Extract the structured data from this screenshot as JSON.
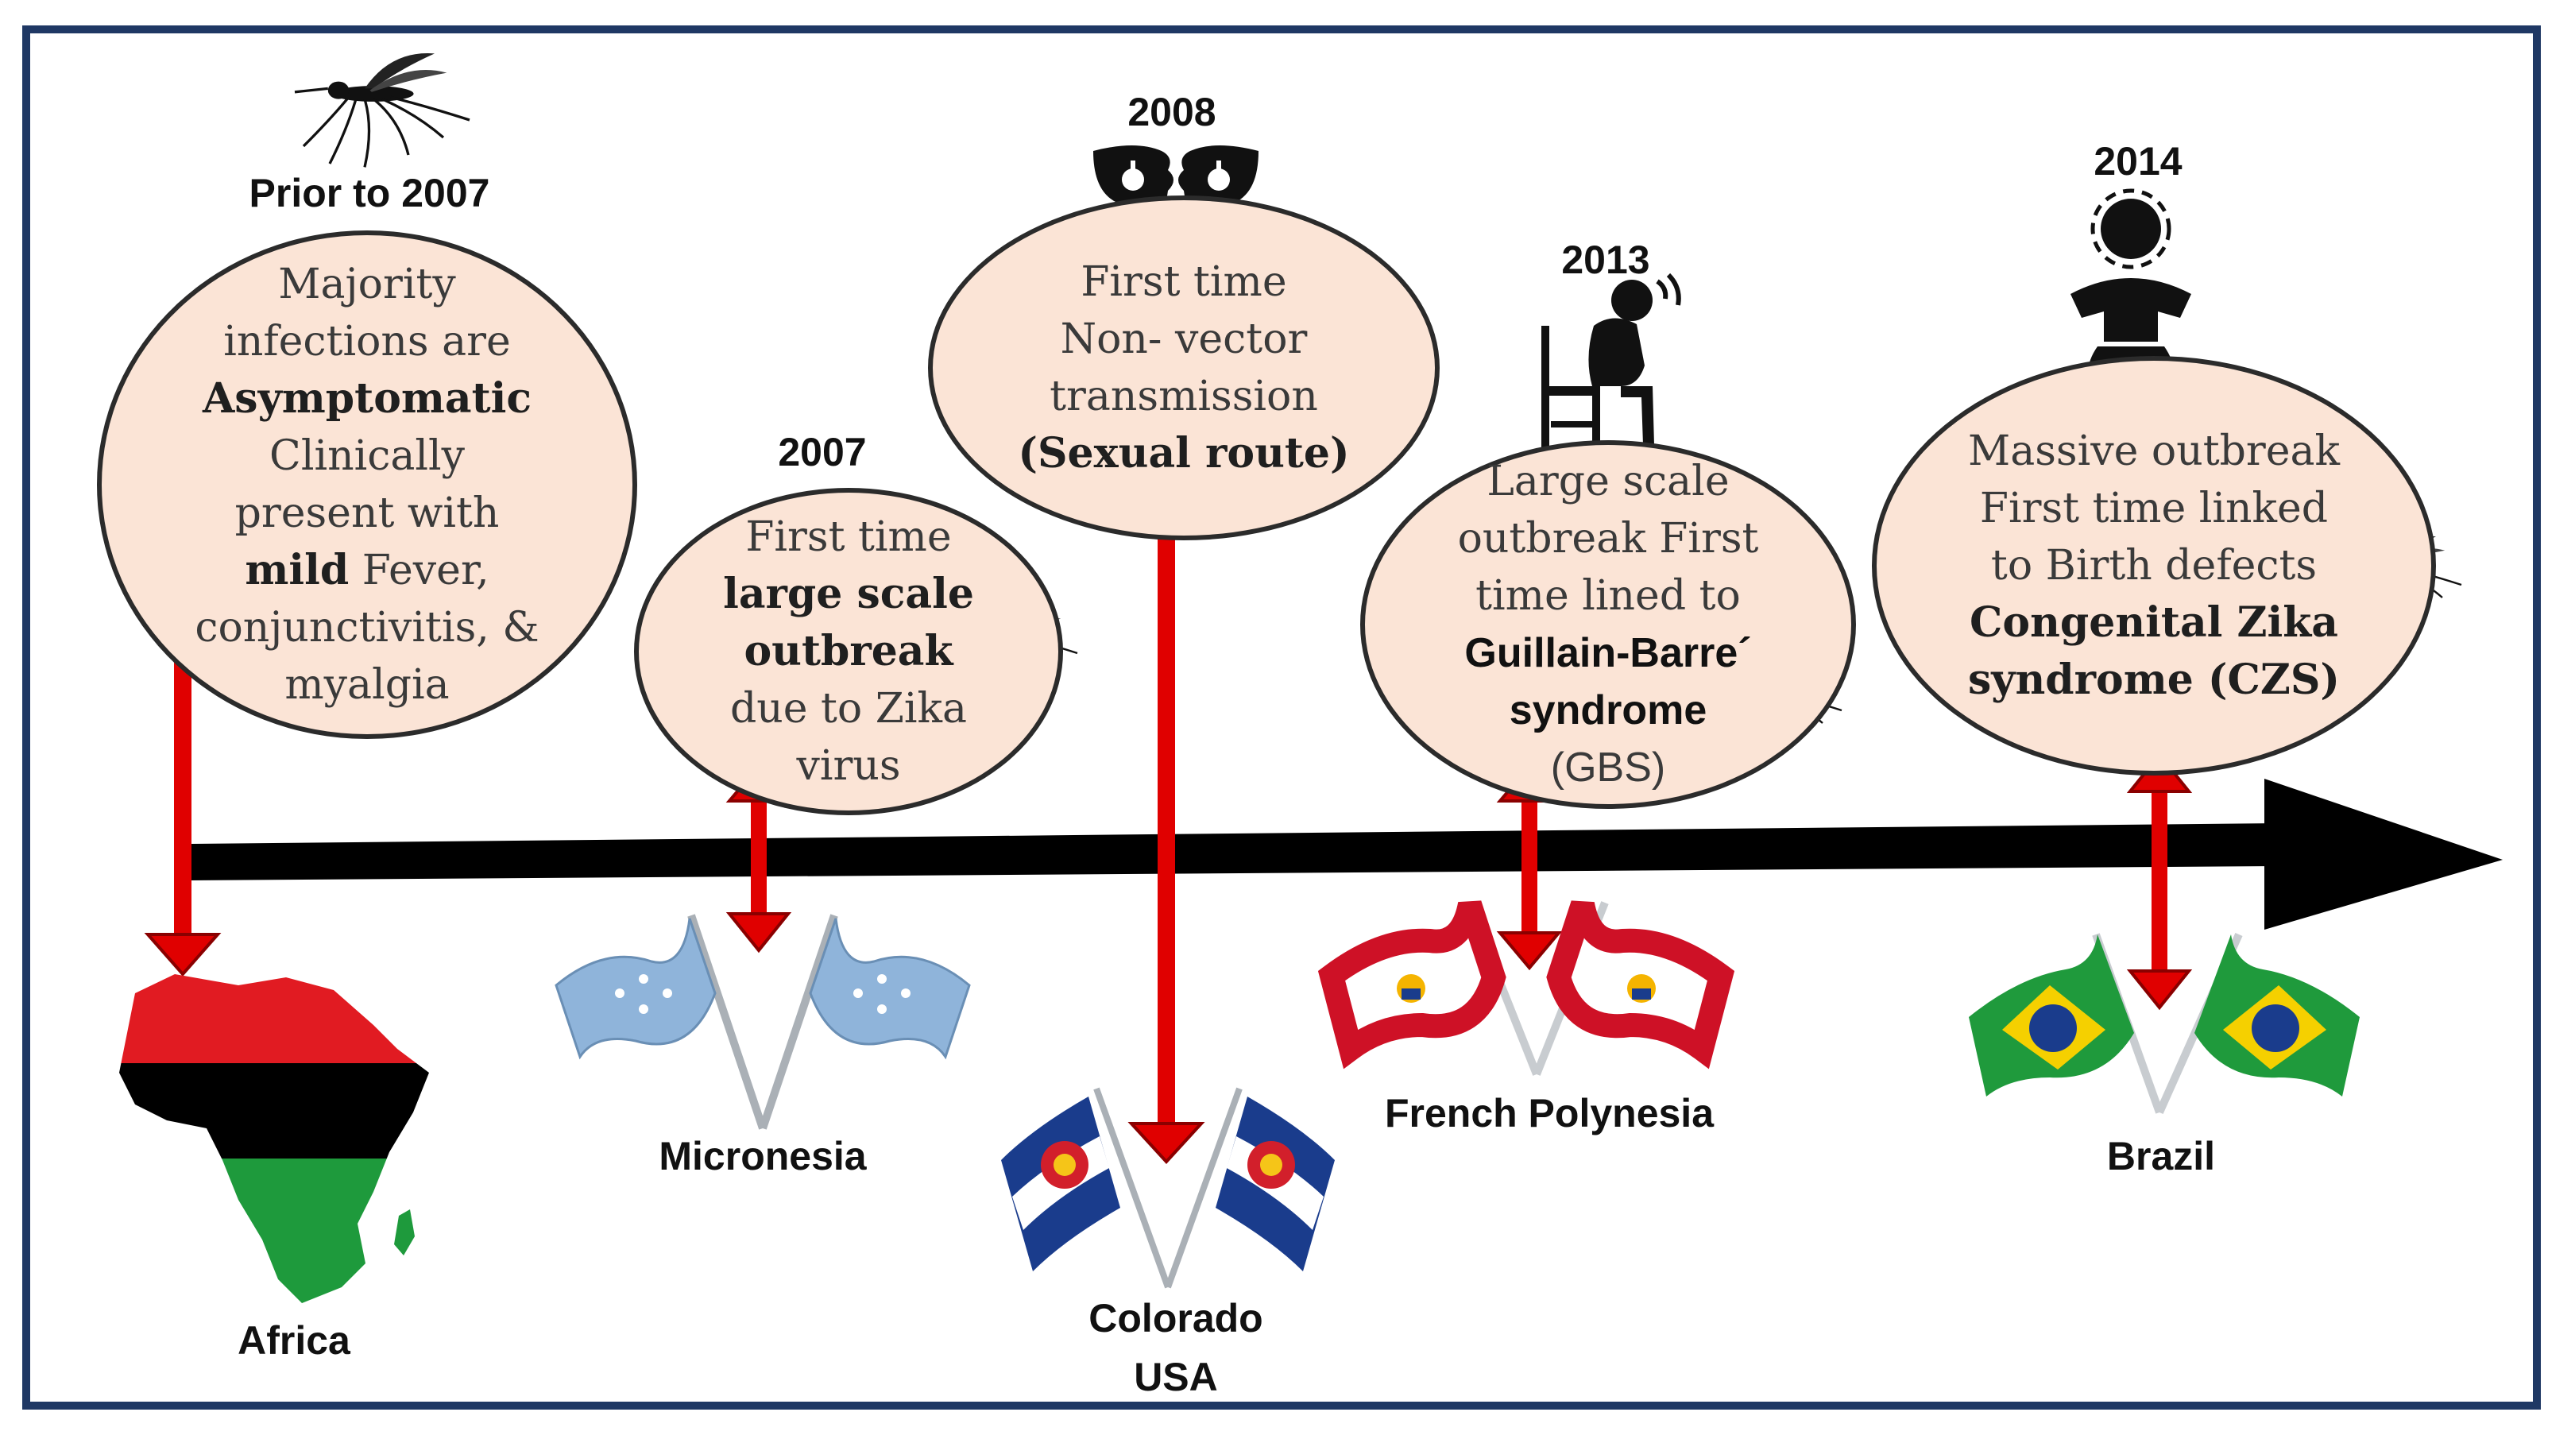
{
  "colors": {
    "frame": "#1f3864",
    "oval_fill": "#fbe4d6",
    "timeline": "#000000",
    "connector": "#e00000"
  },
  "icons": [
    "mosquito-icon",
    "two-heads-icon",
    "distressed-seated-person-icon",
    "baby-icon",
    "africa-map-icon",
    "micronesia-flags-icon",
    "colorado-flags-icon",
    "french-polynesia-flags-icon",
    "brazil-flags-icon"
  ],
  "events": [
    {
      "year": "Prior to 2007",
      "place": "Africa",
      "lines": [
        "Majority",
        "infections are",
        "Asymptomatic",
        "Clinically",
        "present with",
        "Fever,",
        "conjunctivitis, &",
        "myalgia"
      ],
      "bold_inline": "mild"
    },
    {
      "year": "2007",
      "place": "Micronesia",
      "lines": [
        "First time",
        "large scale",
        "outbreak",
        "due to Zika",
        "virus"
      ]
    },
    {
      "year": "2008",
      "place": [
        "Colorado",
        "USA"
      ],
      "lines": [
        "First time",
        "Non- vector",
        "transmission",
        "(Sexual route)"
      ]
    },
    {
      "year": "2013",
      "place": "French Polynesia",
      "lines": [
        "Large scale",
        "outbreak First",
        "time lined to",
        "Guillain-Barre´",
        "syndrome",
        "(GBS)"
      ]
    },
    {
      "year": "2014",
      "place": "Brazil",
      "lines": [
        "Massive outbreak",
        "First time linked",
        "to Birth defects",
        "Congenital Zika",
        "syndrome (CZS)"
      ]
    }
  ]
}
